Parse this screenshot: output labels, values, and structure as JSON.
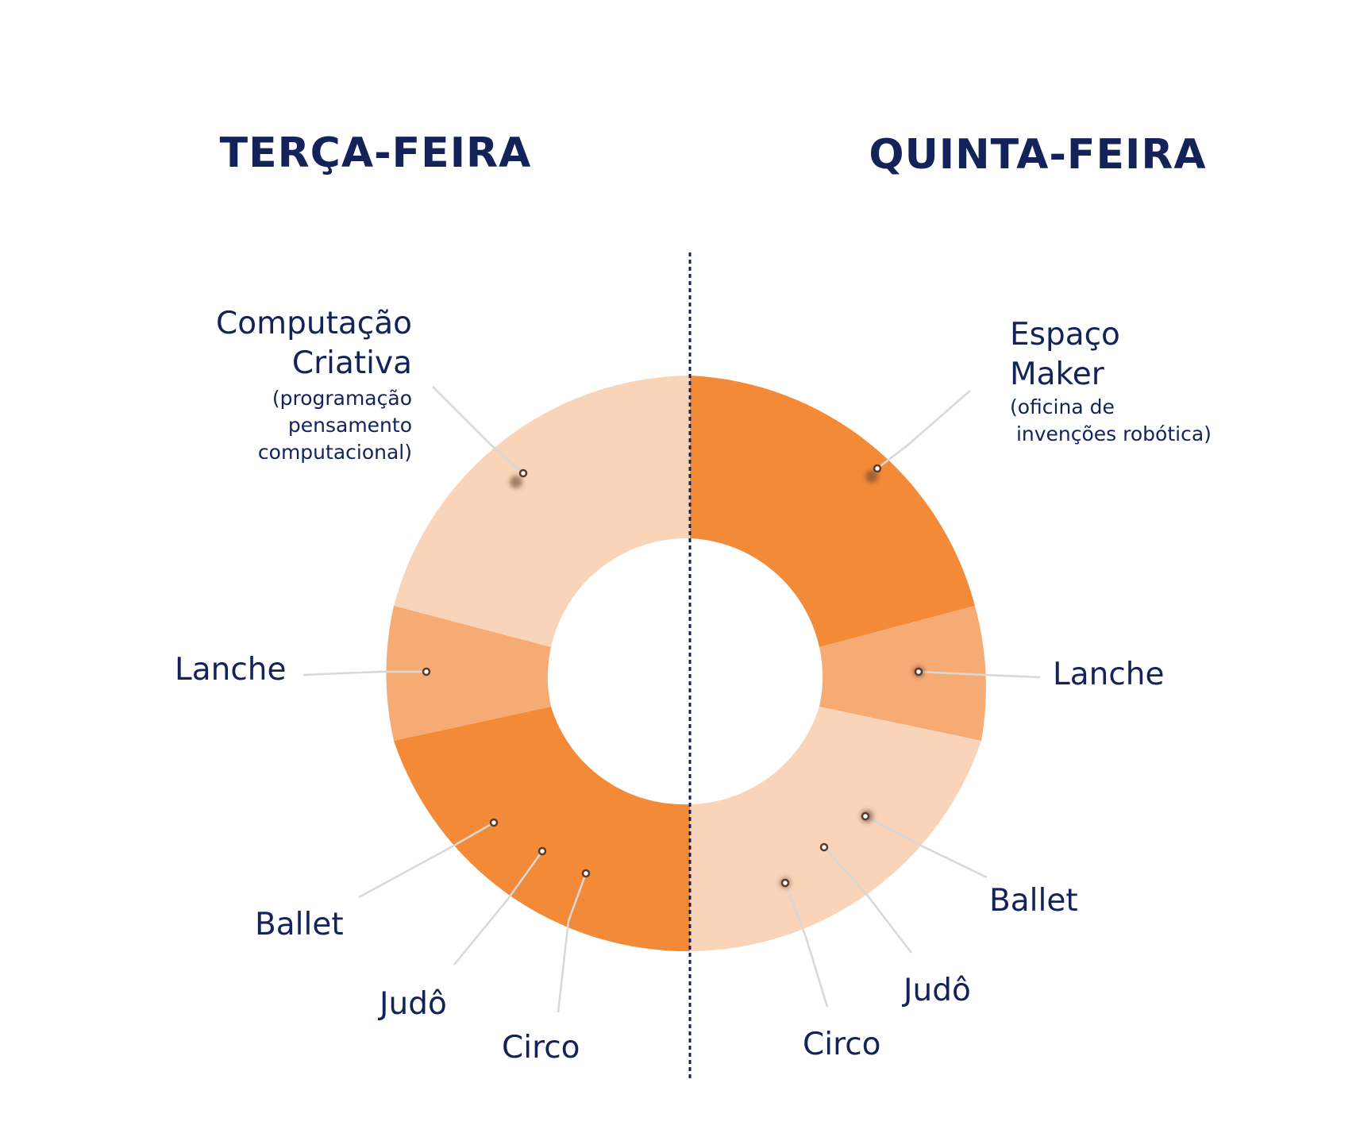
{
  "titles": {
    "left": "TERÇA-FEIRA",
    "right": "QUINTA-FEIRA"
  },
  "colors": {
    "dark_orange": "#f38a37",
    "mid_orange": "#f7ab74",
    "light_orange": "#f9d4b8",
    "navy": "#13235a",
    "leader": "#d8d8d8"
  },
  "left": {
    "segments": [
      {
        "label_lines": [
          "Computação",
          "Criativa"
        ],
        "sub_lines": [
          "(programação",
          "pensamento",
          "computacional)"
        ],
        "color": "#f9d4b8"
      },
      {
        "label_lines": [
          "Lanche"
        ],
        "sub_lines": [],
        "color": "#f7ab74"
      },
      {
        "label_lines": [
          "Ballet"
        ],
        "sub_lines": [],
        "color": "#f38a37"
      },
      {
        "label_lines": [
          "Judô"
        ],
        "sub_lines": [],
        "color": "#f38a37"
      },
      {
        "label_lines": [
          "Circo"
        ],
        "sub_lines": [],
        "color": "#f38a37"
      }
    ]
  },
  "right": {
    "segments": [
      {
        "label_lines": [
          "Espaço",
          "Maker"
        ],
        "sub_lines": [
          "(oficina de",
          " invenções robótica)"
        ],
        "color": "#f38a37"
      },
      {
        "label_lines": [
          "Lanche"
        ],
        "sub_lines": [],
        "color": "#f7ab74"
      },
      {
        "label_lines": [
          "Ballet"
        ],
        "sub_lines": [],
        "color": "#f9d4b8"
      },
      {
        "label_lines": [
          "Judô"
        ],
        "sub_lines": [],
        "color": "#f9d4b8"
      },
      {
        "label_lines": [
          "Circo"
        ],
        "sub_lines": [],
        "color": "#f9d4b8"
      }
    ]
  }
}
